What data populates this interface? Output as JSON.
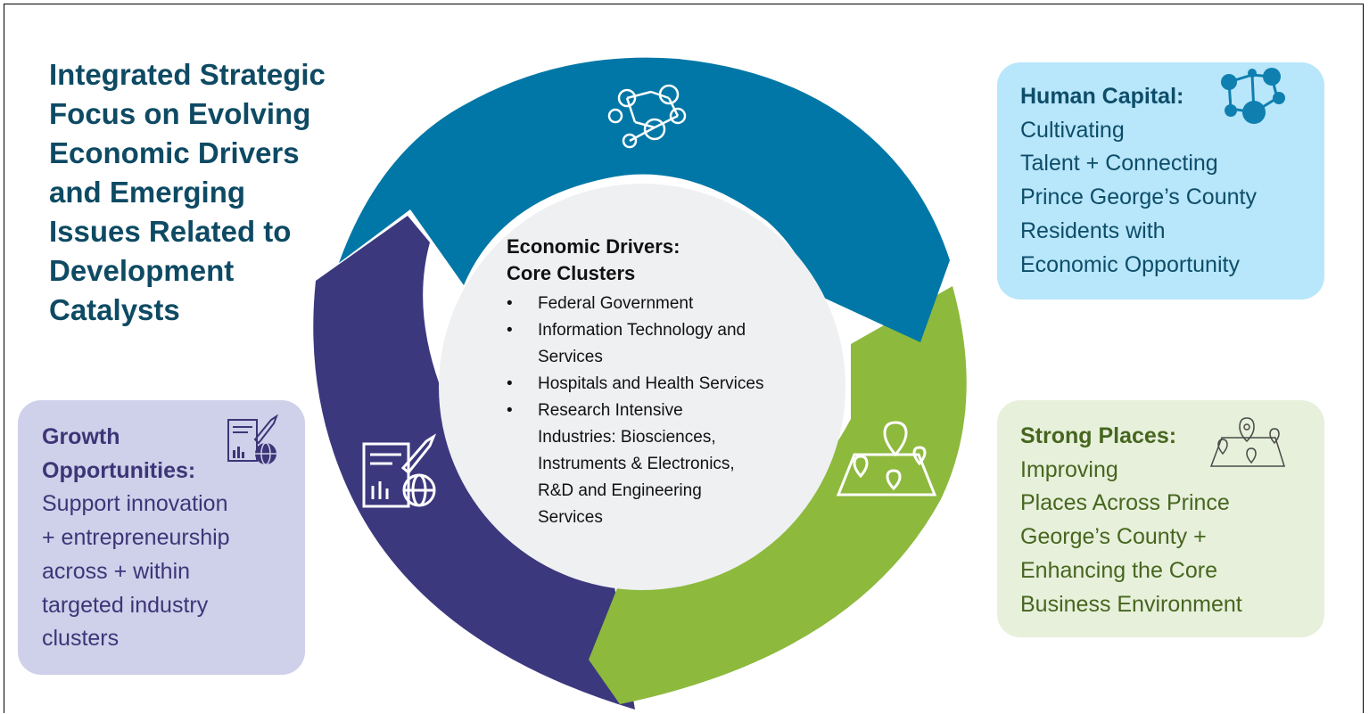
{
  "title_lines": [
    "Integrated Strategic",
    "Focus on Evolving",
    "Economic Drivers",
    "and Emerging",
    "Issues Related to",
    "Development",
    "Catalysts"
  ],
  "center": {
    "title_lines": [
      "Economic Drivers:",
      "Core Clusters"
    ],
    "items": [
      [
        "Federal Government"
      ],
      [
        "Information Technology and",
        "Services"
      ],
      [
        "Hospitals and Health Services"
      ],
      [
        "Research Intensive",
        "Industries: Biosciences,",
        "Instruments & Electronics,",
        "R&D and Engineering",
        "Services"
      ]
    ]
  },
  "boxes": {
    "human_capital": {
      "title": "Human Capital:",
      "lines": [
        "Cultivating",
        "Talent + Connecting",
        "Prince George’s County",
        "Residents with",
        "Economic Opportunity"
      ],
      "icon": "people-network-icon",
      "color": "#0d4d69",
      "background": "#b8e6fa"
    },
    "strong_places": {
      "title": "Strong Places:",
      "lines": [
        "Improving",
        "Places Across Prince",
        "George’s County +",
        "Enhancing the Core",
        "Business Environment"
      ],
      "icon": "map-pins-icon",
      "color": "#466620",
      "background": "#e7f0da"
    },
    "growth": {
      "title_lines": [
        "Growth",
        "Opportunities:"
      ],
      "lines": [
        "Support innovation",
        "+ entrepreneurship",
        "across + within",
        "targeted industry",
        "clusters"
      ],
      "icon": "rocket-report-globe-icon",
      "color": "#3d3577",
      "background": "#cfd0ea"
    }
  },
  "colors": {
    "title": "#0e4a63",
    "arrow_blue": "#0077a6",
    "arrow_green": "#8db93d",
    "arrow_purple": "#3c387e",
    "center_circle": "#eff0f2"
  }
}
